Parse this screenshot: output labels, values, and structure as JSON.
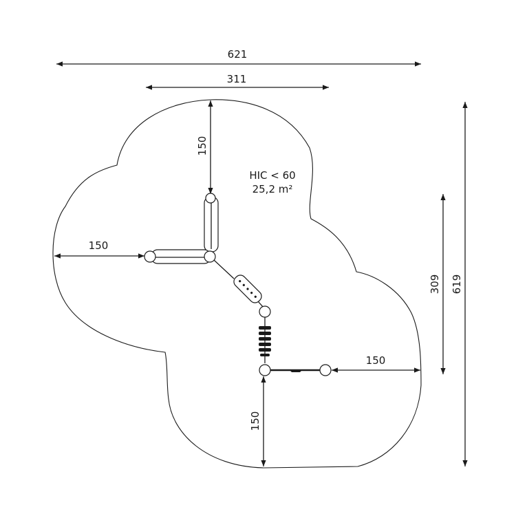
{
  "dimensions": {
    "overall_width": "621",
    "inner_width": "311",
    "overall_height": "619",
    "inner_height": "309",
    "top_clearance": "150",
    "left_clearance": "150",
    "right_clearance": "150",
    "bottom_clearance": "150"
  },
  "safety": {
    "hic": "HIC < 60",
    "area": "25,2 m²"
  },
  "colors": {
    "line": "#1a1a1a",
    "background": "#ffffff"
  }
}
